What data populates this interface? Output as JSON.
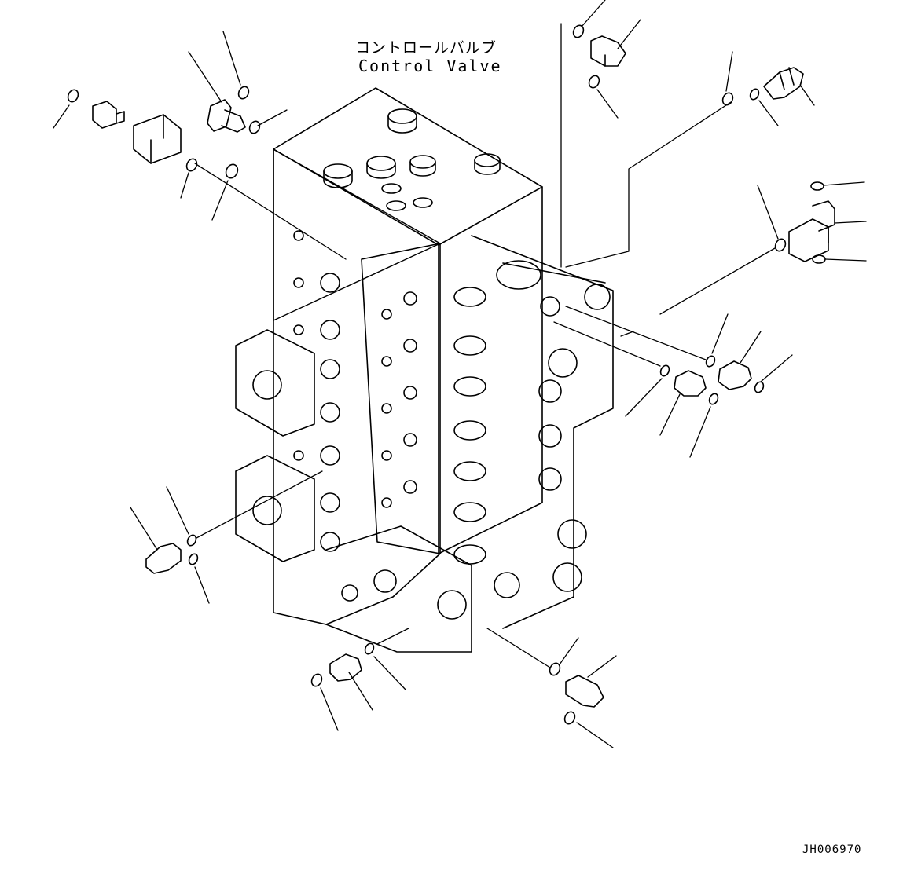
{
  "title": {
    "japanese": "コントロールバルブ",
    "english": "Control Valve"
  },
  "reference_code": "JH006970",
  "colors": {
    "line": "#000000",
    "background": "#ffffff"
  }
}
